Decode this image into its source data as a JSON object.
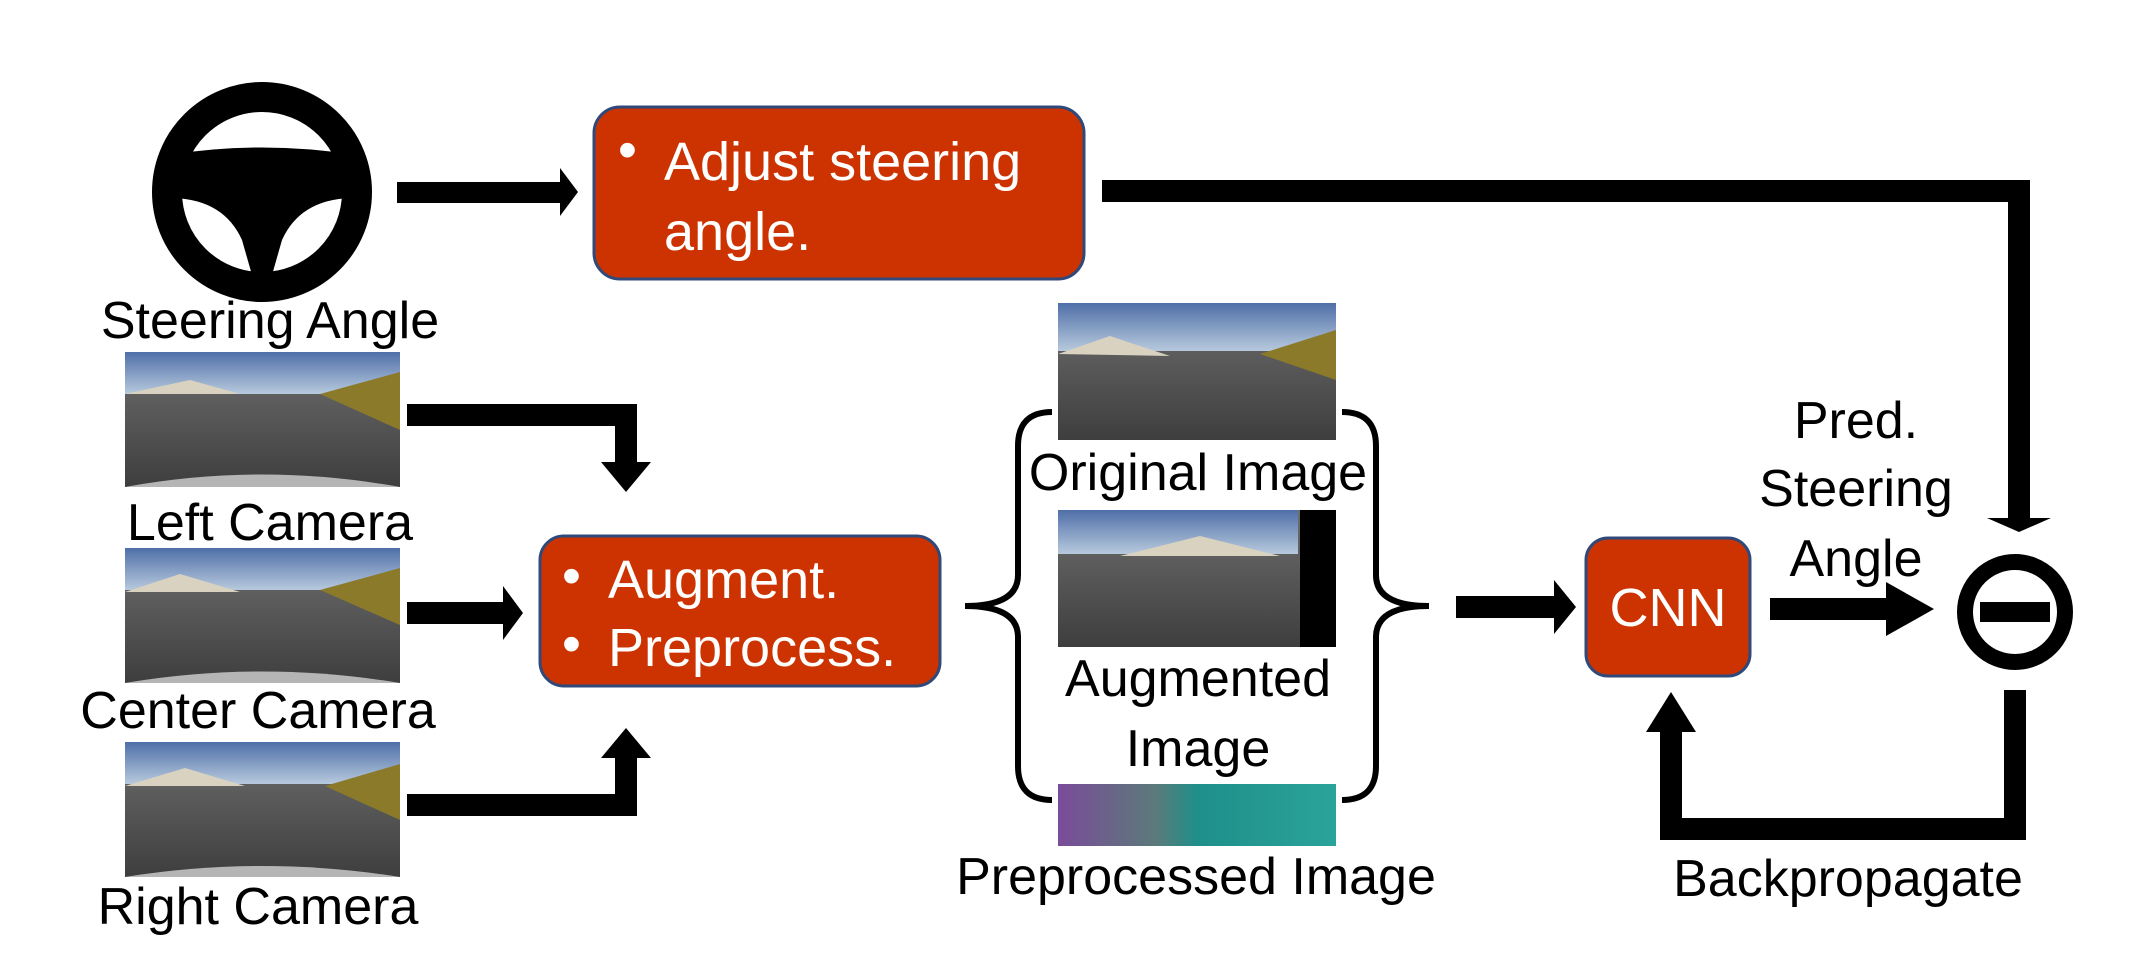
{
  "colors": {
    "box_fill": "#CC3300",
    "box_border": "#2F4A7A",
    "arrow": "#000000",
    "text_on_box": "#FFFFFF"
  },
  "inputs": {
    "steering_label": "Steering Angle",
    "left_label": "Left Camera",
    "center_label": "Center Camera",
    "right_label": "Right Camera"
  },
  "adjust_box": {
    "bullet": "•",
    "line1": "Adjust steering",
    "line2": "angle."
  },
  "augment_box": {
    "bullet": "•",
    "item1": "Augment.",
    "item2": "Preprocess."
  },
  "outputs": {
    "original_label": "Original Image",
    "augmented_label_1": "Augmented",
    "augmented_label_2": "Image",
    "preprocessed_label": "Preprocessed Image"
  },
  "cnn": {
    "label": "CNN"
  },
  "pred": {
    "line1": "Pred.",
    "line2": "Steering",
    "line3": "Angle"
  },
  "backprop_label": "Backpropagate",
  "icons": [
    "steering-wheel-icon",
    "minus-circle-icon"
  ]
}
